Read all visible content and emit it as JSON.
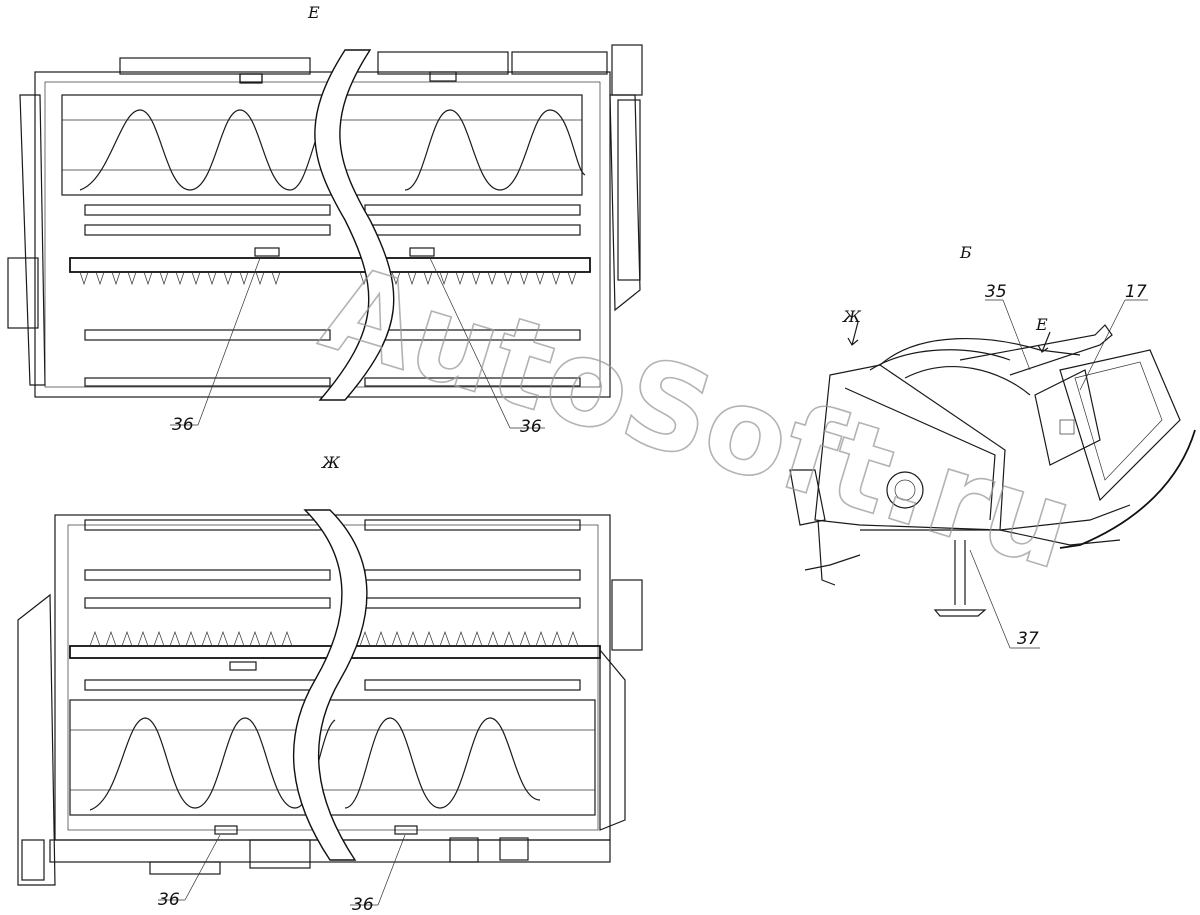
{
  "views": {
    "top": {
      "label": "Е"
    },
    "bottom": {
      "label": "Ж"
    },
    "side": {
      "label": "Б",
      "arrow_e": "Е",
      "arrow_zh": "Ж"
    }
  },
  "callouts": {
    "top_left": "36",
    "top_right": "36",
    "bottom_left": "36",
    "bottom_right": "36",
    "side_35": "35",
    "side_17": "17",
    "side_37": "37"
  },
  "watermark": "AutoSoft.ru"
}
